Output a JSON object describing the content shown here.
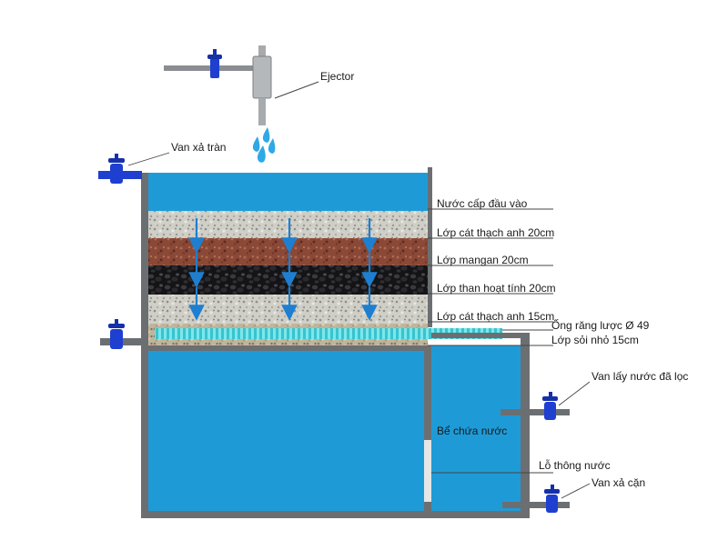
{
  "labels": {
    "ejector": "Ejector",
    "overflow_valve": "Van xả tràn",
    "inlet_water": "Nước cấp đầu vào",
    "quartz_sand_top": "Lớp cát thạch anh 20cm",
    "manganese": "Lớp mangan 20cm",
    "activated_carbon": "Lớp than hoạt tính 20cm",
    "quartz_sand_bottom": "Lớp cát thạch anh 15cm",
    "comb_pipe": "Ống răng lược Ø 49",
    "small_gravel": "Lớp sỏi nhỏ 15cm",
    "clean_water_valve": "Van lấy nước đã lọc",
    "storage_tank": "Bể chứa nước",
    "water_hole": "Lỗ thông nước",
    "sediment_valve": "Van xả cặn"
  },
  "colors": {
    "water": "#1e9bd7",
    "wall": "#6b6f72",
    "valve": "#1f3fd0",
    "quartz": "#c8c8c0",
    "manganese": "#8c4a38",
    "carbon": "#1f1f22",
    "comb_pipe": "#3fd1d8",
    "gravel": "#bdb29a",
    "arrow": "#1e7fd0",
    "leader": "#444444"
  },
  "icons": [
    "valve-icon",
    "water-drop-icon",
    "flow-arrow-icon"
  ]
}
